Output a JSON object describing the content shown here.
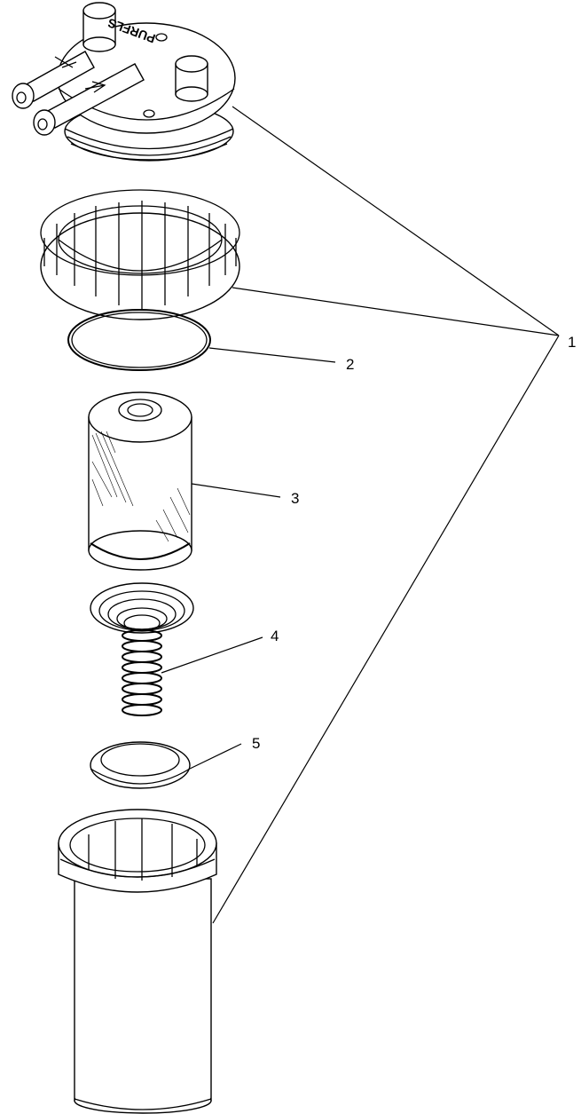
{
  "callouts": [
    {
      "id": "1",
      "label": "1"
    },
    {
      "id": "2",
      "label": "2"
    },
    {
      "id": "3",
      "label": "3"
    },
    {
      "id": "4",
      "label": "4"
    },
    {
      "id": "5",
      "label": "5"
    }
  ],
  "head_brand_text": "PURFLS",
  "colors": {
    "line": "#000000",
    "background": "#ffffff"
  }
}
